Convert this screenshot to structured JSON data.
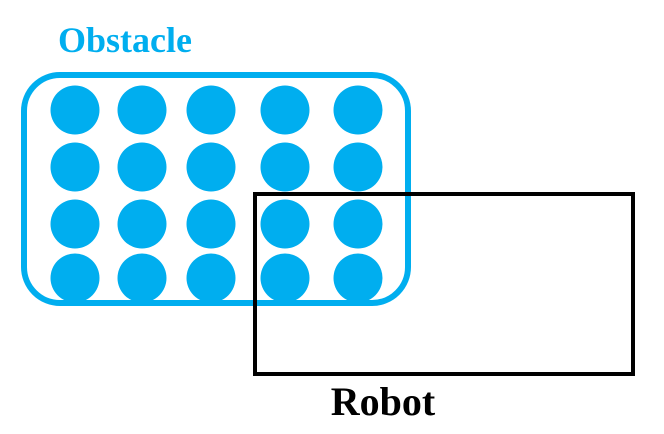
{
  "obstacle": {
    "label": "Obstacle",
    "color": "#00aeef",
    "grid_rows": 4,
    "grid_cols": 5
  },
  "robot": {
    "label": "Robot",
    "color": "#000000"
  }
}
